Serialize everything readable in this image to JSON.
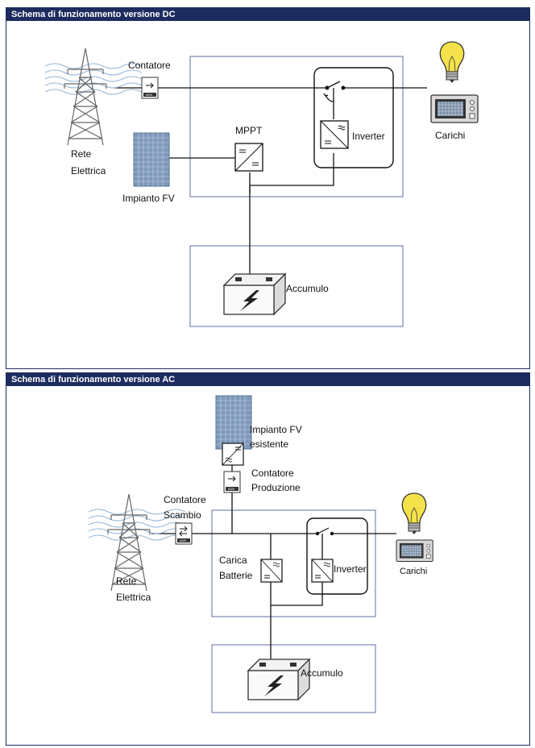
{
  "dc": {
    "title": "Schema di funzionamento versione DC",
    "grid_label_1": "Rete",
    "grid_label_2": "Elettrica",
    "meter_label": "Contatore",
    "meter_unit": "kWh",
    "pv_label": "Impianto FV",
    "mppt_label": "MPPT",
    "inverter_label": "Inverter",
    "loads_label": "Carichi",
    "storage_label": "Accumulo"
  },
  "ac": {
    "title": "Schema di funzionamento versione AC",
    "pv_label_1": "Impianto FV",
    "pv_label_2": "esistente",
    "prod_meter_label_1": "Contatore",
    "prod_meter_label_2": "Produzione",
    "exch_meter_label_1": "Contatore",
    "exch_meter_label_2": "Scambio",
    "meter_unit": "kWh",
    "grid_label_1": "Rete",
    "grid_label_2": "Elettrica",
    "charger_label_1": "Carica",
    "charger_label_2": "Batterie",
    "inverter_label": "Inverter",
    "loads_label": "Carichi",
    "storage_label": "Accumulo"
  },
  "colors": {
    "header_bg": "#1d2c5e",
    "box_border": "#7b86b5",
    "line": "#111111",
    "pv_panel": "#7e99bb",
    "bulb": "#f5e14a"
  }
}
